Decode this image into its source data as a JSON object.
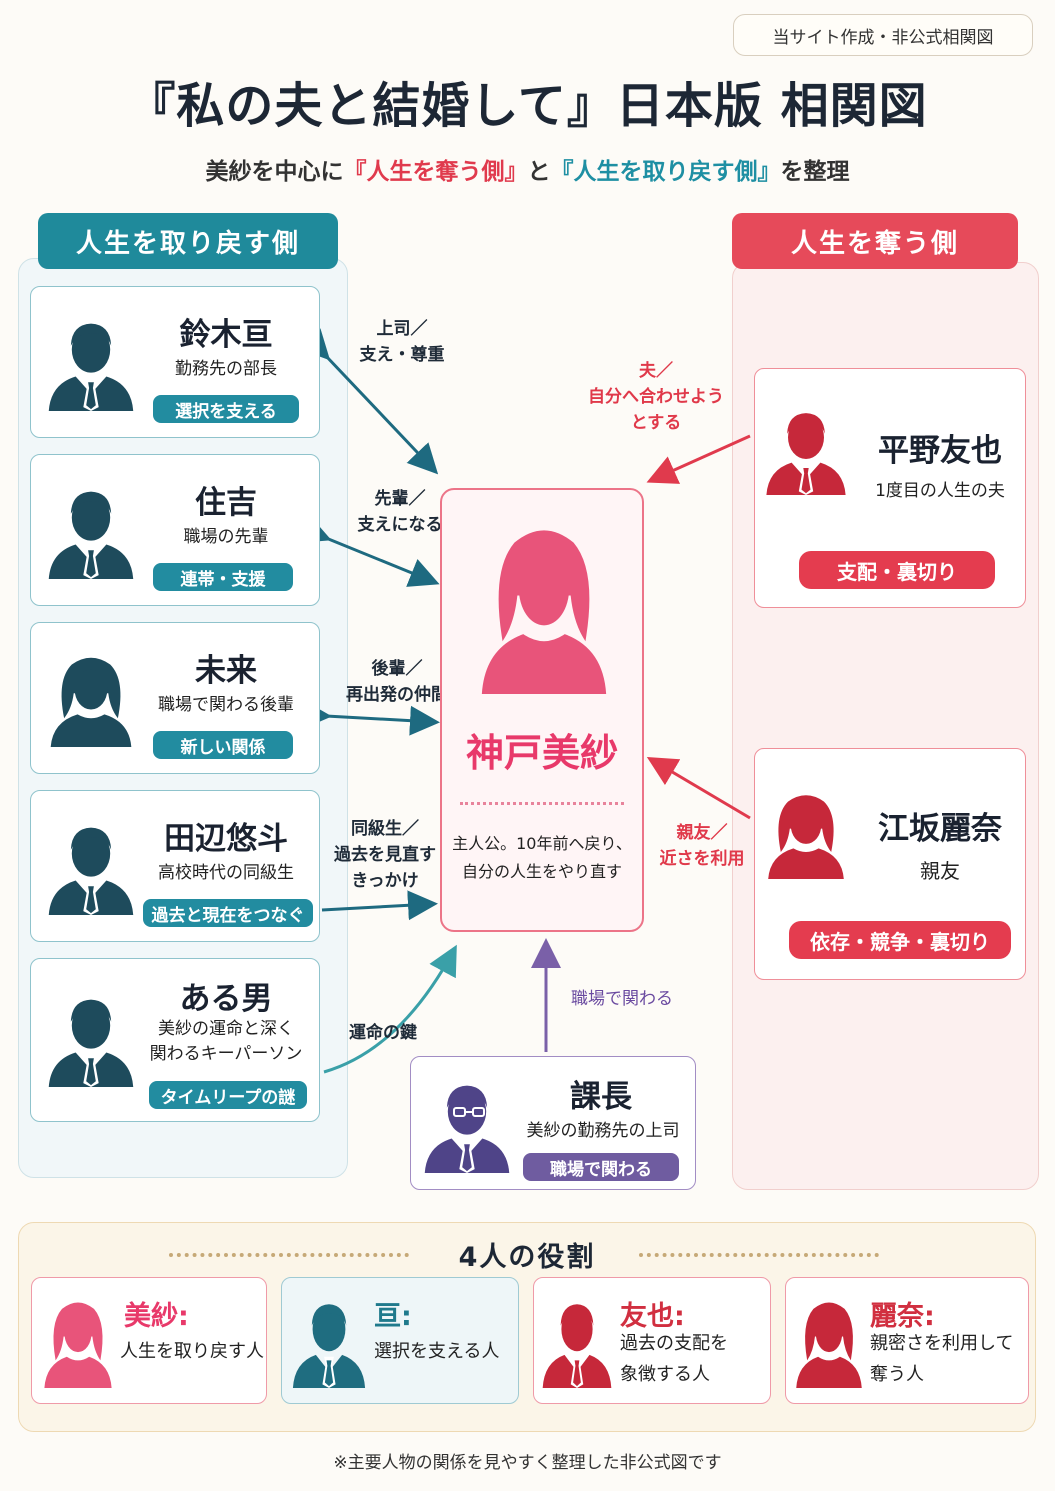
{
  "badge": "当サイト作成・非公式相関図",
  "title": "『私の夫と結婚して』日本版 相関図",
  "subtitle": {
    "prefix": "美紗を中心に",
    "red": "『人生を奪う側』",
    "mid": "と",
    "teal": "『人生を取り戻す側』",
    "suffix": "を整理"
  },
  "left_header": "人生を取り戻す側",
  "right_header": "人生を奪う側",
  "left_cards": [
    {
      "name": "鈴木亘",
      "desc": "勤務先の部長",
      "tag": "選択を支える",
      "relation": [
        "上司／",
        "支え・尊重"
      ]
    },
    {
      "name": "住吉",
      "desc": "職場の先輩",
      "tag": "連帯・支援",
      "relation": [
        "先輩／",
        "支えになる"
      ]
    },
    {
      "name": "未来",
      "desc": "職場で関わる後輩",
      "tag": "新しい関係",
      "relation": [
        "後輩／",
        "再出発の仲間"
      ]
    },
    {
      "name": "田辺悠斗",
      "desc": "高校時代の同級生",
      "tag": "過去と現在をつなぐ",
      "relation": [
        "同級生／",
        "過去を見直す",
        "きっかけ"
      ]
    },
    {
      "name": "ある男",
      "desc": "美紗の運命と深く",
      "desc2": "関わるキーパーソン",
      "tag": "タイムリープの謎",
      "relation": [
        "運命の鍵"
      ]
    }
  ],
  "right_cards": [
    {
      "name": "平野友也",
      "desc": "1度目の人生の夫",
      "tag": "支配・裏切り",
      "relation": [
        "夫／",
        "自分へ合わせよう",
        "とする"
      ]
    },
    {
      "name": "江坂麗奈",
      "desc": "親友",
      "tag": "依存・競争・裏切り",
      "relation": [
        "親友／",
        "近さを利用"
      ]
    }
  ],
  "center": {
    "name": "神戸美紗",
    "desc1": "主人公。10年前へ戻り、",
    "desc2": "自分の人生をやり直す"
  },
  "bottom_card": {
    "name": "課長",
    "desc": "美紗の勤務先の上司",
    "tag": "職場で関わる",
    "relation": "職場で関わる"
  },
  "roles": {
    "title": "4人の役割",
    "items": [
      {
        "name": "美紗:",
        "lines": [
          "人生を取り戻す人"
        ]
      },
      {
        "name": "亘:",
        "lines": [
          "選択を支える人"
        ]
      },
      {
        "name": "友也:",
        "lines": [
          "過去の支配を",
          "象徴する人"
        ]
      },
      {
        "name": "麗奈:",
        "lines": [
          "親密さを利用して",
          "奪う人"
        ]
      }
    ]
  },
  "footer": "※主要人物の関係を見やすく整理した非公式図です",
  "colors": {
    "teal": "#1f8a9b",
    "dark_teal": "#1e5a6e",
    "red": "#e64a5a",
    "pink": "#e8396a",
    "purple": "#6f5ca0"
  }
}
